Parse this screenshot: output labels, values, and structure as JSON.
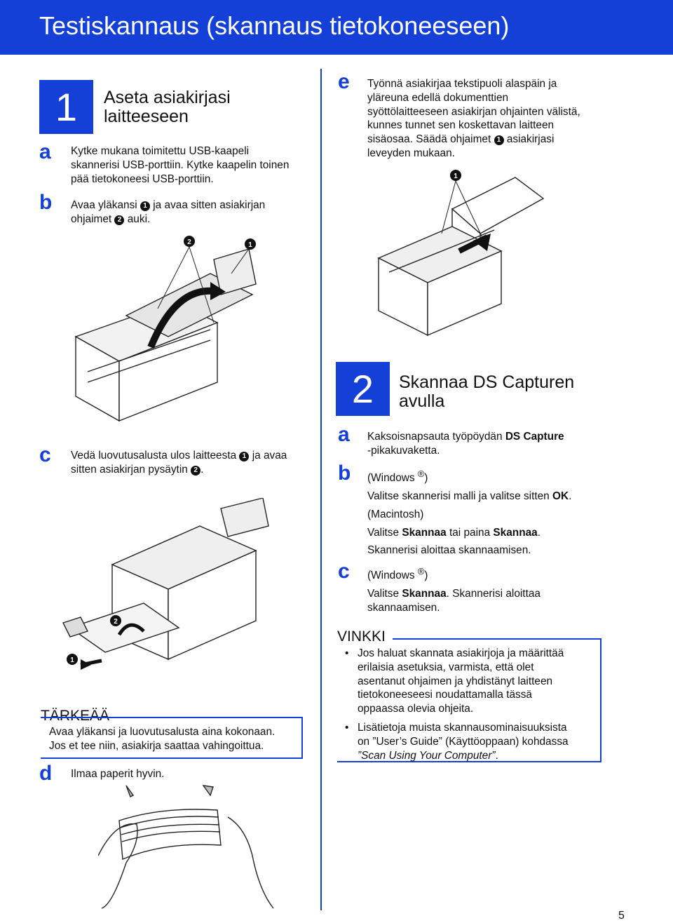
{
  "header": {
    "title": "Testiskannaus (skannaus tietokoneeseen)"
  },
  "step1": {
    "number": "1",
    "title_line1": "Aseta asiakirjasi",
    "title_line2": "laitteeseen",
    "a": {
      "letter": "a",
      "lines": [
        "Kytke mukana toimitettu USB-kaapeli",
        "skannerisi USB-porttiin. Kytke kaapelin toinen",
        "pää tietokoneesi USB-porttiin."
      ]
    },
    "b": {
      "letter": "b",
      "line1": "Avaa yläkansi",
      "line1_after": "ja avaa sitten asiakirjan",
      "line2": "ohjaimet",
      "line2_after": "auki."
    },
    "c": {
      "letter": "c",
      "line1": "Vedä luovutusalusta ulos laitteesta",
      "line1_after": "ja avaa",
      "line2": "sitten asiakirjan pysäytin",
      "line2_after": "."
    },
    "d": {
      "letter": "d",
      "text": "Ilmaa paperit hyvin."
    },
    "e": {
      "letter": "e",
      "lines": [
        "Työnnä asiakirjaa tekstipuoli alaspäin ja",
        "yläreuna edellä dokumenttien",
        "syöttölaitteeseen asiakirjan ohjainten välistä,",
        "kunnes tunnet sen koskettavan laitteen"
      ],
      "line5": "sisäosaa. Säädä ohjaimet",
      "line5_after": "asiakirjasi",
      "line6": "leveyden mukaan."
    }
  },
  "callouts": {
    "one": "1",
    "two": "2"
  },
  "important": {
    "title": "TÄRKEÄÄ",
    "lines": [
      "Avaa yläkansi ja luovutusalusta aina kokonaan.",
      "Jos et tee niin, asiakirja saattaa vahingoittua."
    ]
  },
  "step2": {
    "number": "2",
    "title_line1": "Skannaa DS Capturen",
    "title_line2": "avulla",
    "a": {
      "letter": "a",
      "line1": "Kaksoisnapsauta työpöydän",
      "line1_bold": "DS Capture",
      "line2": "-pikakuvaketta."
    },
    "b": {
      "letter": "b",
      "windows": "(Windows",
      "reg": "®",
      "close": ")",
      "win_line": "Valitse skannerisi malli ja valitse sitten",
      "win_bold": "OK",
      "win_end": ".",
      "mac": "(Macintosh)",
      "mac_line1": "Valitse",
      "mac_bold1": "Skannaa",
      "mac_mid": "tai paina",
      "mac_bold2": "Skannaa",
      "mac_end": ".",
      "mac_line2": "Skannerisi aloittaa skannaamisen."
    },
    "c": {
      "letter": "c",
      "windows": "(Windows",
      "reg": "®",
      "close": ")",
      "line1": "Valitse",
      "line1_bold": "Skannaa",
      "line1_after": ". Skannerisi aloittaa",
      "line2": "skannaamisen."
    }
  },
  "note": {
    "title": "VINKKI",
    "bullet1": [
      "Jos haluat skannata asiakirjoja ja määrittää",
      "erilaisia asetuksia, varmista, että olet",
      "asentanut ohjaimen ja yhdistänyt laitteen",
      "tietokoneeseesi noudattamalla tässä",
      "oppaassa olevia ohjeita."
    ],
    "bullet2_line1": "Lisätietoja muista skannausominaisuuksista",
    "bullet2_line2": "on ”User’s Guide” (Käyttöoppaan) kohdassa",
    "bullet2_line3": "”Scan Using Your Computer”",
    "bullet2_end": "."
  },
  "page_number": "5"
}
